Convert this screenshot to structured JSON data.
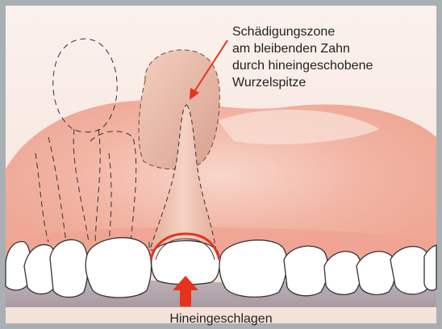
{
  "labels": {
    "damage_zone": [
      "Schädigungszone",
      "am bleibenden Zahn",
      "durch hineingeschobene",
      "Wurzelspitze"
    ],
    "impact": "Hineingeschlagen"
  },
  "colors": {
    "frame": "#a9b0b4",
    "page_background": "#f7ebe5",
    "gum": "#f2b1a0",
    "gum_highlight": "#f8d6cb",
    "permanent_tooth_bud": "#eab8a6",
    "pushed_tooth_root": "#f1c6b4",
    "tooth_enamel": "#ffffff",
    "tooth_outline": "#333333",
    "damage_outline": "#e8321c",
    "impact_arrow": "#e8321c",
    "tongue_shadow": "#b7aab0"
  }
}
